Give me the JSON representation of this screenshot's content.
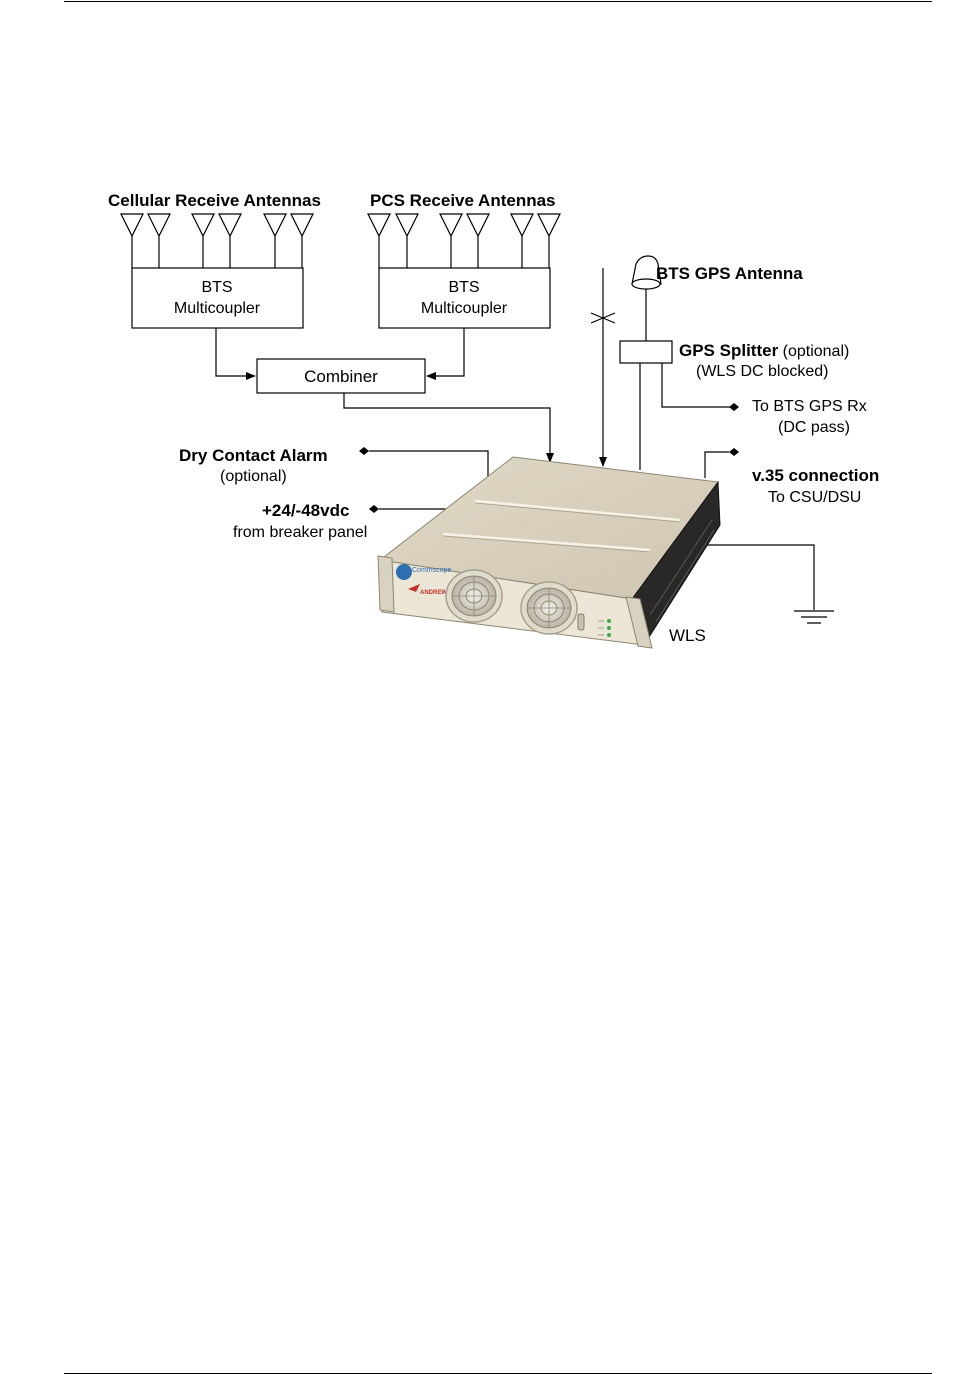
{
  "labels": {
    "cellular_antennas": "Cellular Receive Antennas",
    "pcs_antennas": "PCS Receive Antennas",
    "bts_line1": "BTS",
    "bts_line2": "Multicoupler",
    "combiner": "Combiner",
    "gps_antenna": "BTS GPS Antenna",
    "gps_splitter": "GPS Splitter",
    "gps_splitter_opt": " (optional)",
    "wls_dc_blocked": "(WLS DC blocked)",
    "to_bts_gps_rx": "To BTS GPS Rx",
    "dc_pass": "(DC pass)",
    "dry_contact": "Dry Contact Alarm",
    "optional": "(optional)",
    "power": "+24/-48vdc",
    "breaker_panel": "from breaker panel",
    "v35": "v.35 connection",
    "csu_dsu": "To CSU/DSU",
    "wls": "WLS",
    "brand_top": "Commscope",
    "brand_bottom": "ANDREW"
  },
  "colors": {
    "chassis_top": "#d8d0bd",
    "chassis_front": "#ebe6d6",
    "chassis_side": "#2a2826",
    "led": "#3faa4a",
    "brand_blue": "#2c6fb0",
    "brand_red": "#c4302b"
  }
}
